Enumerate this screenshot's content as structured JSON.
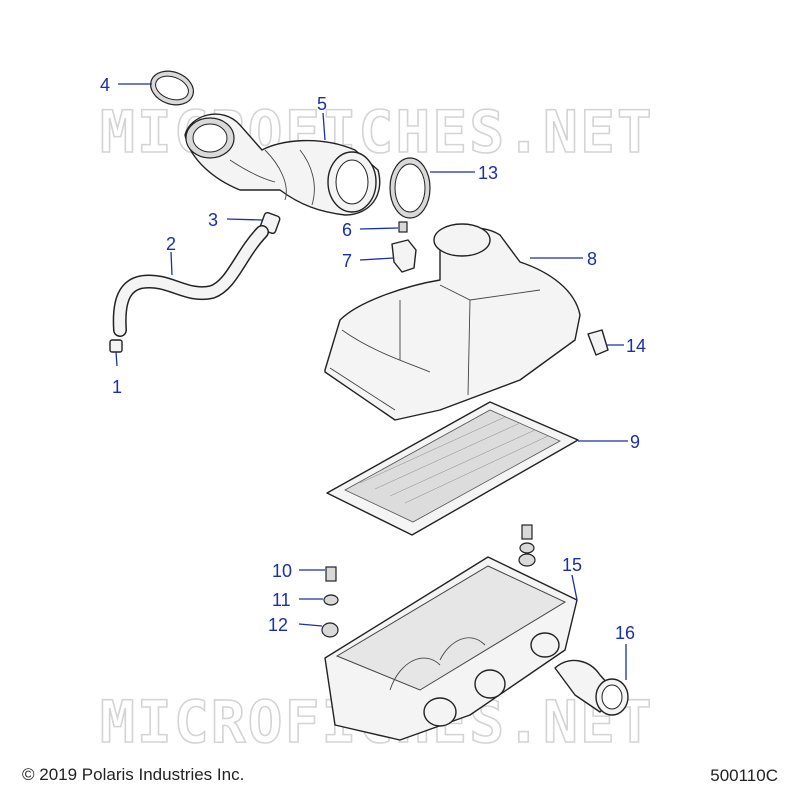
{
  "watermark": "MICROFICHES.NET",
  "callouts": [
    {
      "id": "1",
      "label": "1"
    },
    {
      "id": "2",
      "label": "2"
    },
    {
      "id": "3",
      "label": "3"
    },
    {
      "id": "4",
      "label": "4"
    },
    {
      "id": "5",
      "label": "5"
    },
    {
      "id": "6",
      "label": "6"
    },
    {
      "id": "7",
      "label": "7"
    },
    {
      "id": "8",
      "label": "8"
    },
    {
      "id": "9",
      "label": "9"
    },
    {
      "id": "10",
      "label": "10"
    },
    {
      "id": "11",
      "label": "11"
    },
    {
      "id": "12",
      "label": "12"
    },
    {
      "id": "13",
      "label": "13"
    },
    {
      "id": "14",
      "label": "14"
    },
    {
      "id": "15",
      "label": "15"
    },
    {
      "id": "16",
      "label": "16"
    }
  ],
  "footer": {
    "copyright": "© 2019 Polaris Industries Inc.",
    "diagram_code": "500110C"
  },
  "colors": {
    "callout": "#1a2faa",
    "outline": "#222222",
    "watermark": "#d4d4d4"
  }
}
